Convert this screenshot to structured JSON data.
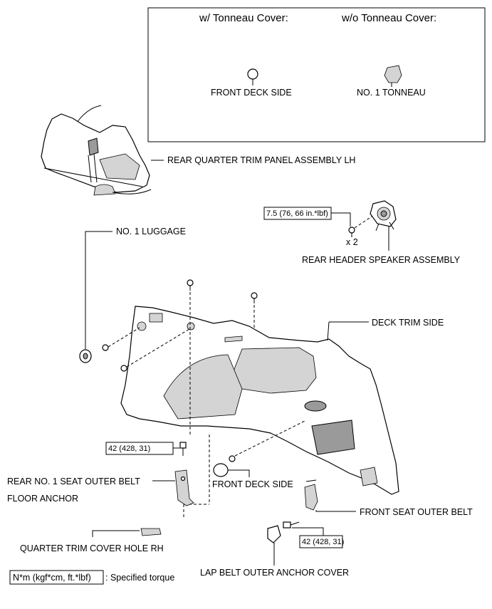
{
  "inset": {
    "with_header": "w/ Tonneau Cover:",
    "without_header": "w/o Tonneau Cover:",
    "with_part": "FRONT DECK SIDE",
    "without_part": "NO. 1 TONNEAU"
  },
  "labels": {
    "rear_quarter_trim": "REAR QUARTER TRIM PANEL ASSEMBLY LH",
    "no1_luggage": "NO. 1 LUGGAGE",
    "rear_header_speaker": "REAR HEADER SPEAKER ASSEMBLY",
    "deck_trim_side": "DECK TRIM SIDE",
    "rear_seat_belt_line1": "REAR NO. 1 SEAT OUTER BELT",
    "rear_seat_belt_line2": "FLOOR ANCHOR",
    "front_deck_side": "FRONT DECK SIDE",
    "front_seat_outer_belt": "FRONT SEAT OUTER BELT",
    "quarter_trim_cover_hole": "QUARTER TRIM COVER HOLE RH",
    "lap_belt_cover": "LAP BELT OUTER ANCHOR COVER"
  },
  "torques": {
    "speaker": "7.5 (76, 66 in.*lbf)",
    "speaker_qty": "x 2",
    "rear_anchor": "42 (428, 31)",
    "front_anchor": "42 (428, 31)"
  },
  "legend": {
    "box": "N*m (kgf*cm, ft.*lbf)",
    "text": ": Specified torque"
  }
}
